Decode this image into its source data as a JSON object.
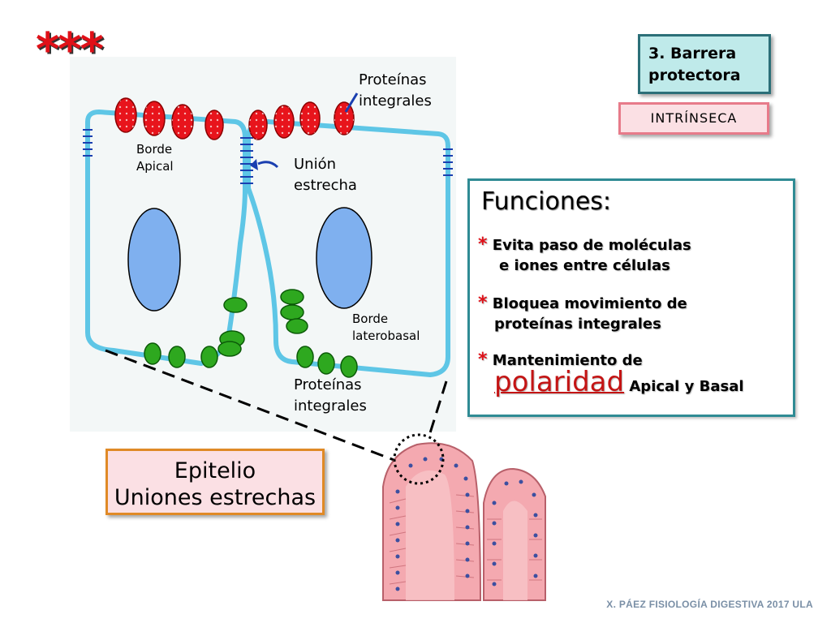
{
  "stars": "***",
  "barrera": {
    "line1": "3. Barrera",
    "line2": "protectora"
  },
  "intrinseca": "INTRÍNSECA",
  "labels": {
    "proteinas_top_1": "Proteínas",
    "proteinas_top_2": "integrales",
    "borde_apical_1": "Borde",
    "borde_apical_2": "Apical",
    "union_1": "Unión",
    "union_2": "estrecha",
    "borde_lat_1": "Borde",
    "borde_lat_2": "laterobasal",
    "proteinas_bot_1": "Proteínas",
    "proteinas_bot_2": "integrales"
  },
  "funciones": {
    "title": "Funciones:",
    "bullet": "*",
    "item1_a": "Evita paso de moléculas",
    "item1_b": "e iones entre células",
    "item2_a": "Bloquea movimiento de",
    "item2_b": "proteínas integrales",
    "item3_a": "Mantenimiento de",
    "item3_polar": "polaridad",
    "item3_rest": "Apical y Basal"
  },
  "epitelio": {
    "line1": "Epitelio",
    "line2": "Uniones estrechas"
  },
  "footer": "X. PÁEZ   FISIOLOGÍA DIGESTIVA 2017  ULA",
  "colors": {
    "membrane": "#5ec6e6",
    "membrane_dark": "#2a8fc0",
    "protein_red": "#e8141c",
    "protein_green": "#2ea81f",
    "nucleus": "#7fb0ef",
    "red_star": "#e01018",
    "tissue_pink": "#f2aab0"
  }
}
